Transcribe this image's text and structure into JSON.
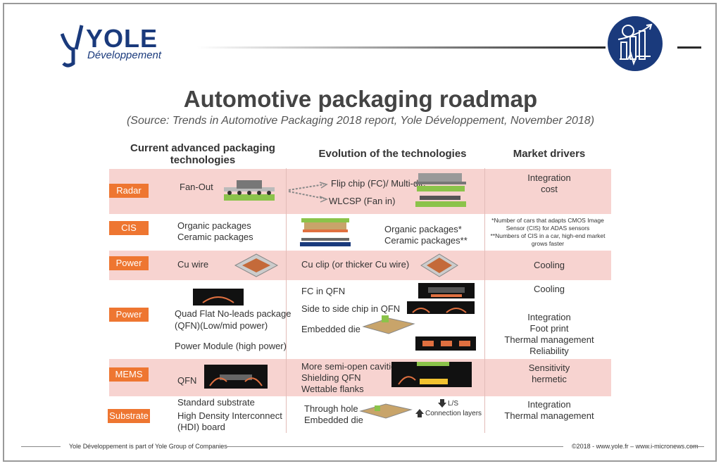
{
  "logo": {
    "brand": "YOLE",
    "sub": "Développement"
  },
  "title": "Automotive packaging roadmap",
  "subtitle": "(Source: Trends in Automotive Packaging 2018 report, Yole Développement, November 2018)",
  "headers": {
    "current": "Current advanced packaging technologies",
    "evolution": "Evolution of the technologies",
    "drivers": "Market drivers"
  },
  "rows": {
    "radar": {
      "tag": "Radar",
      "current": "Fan-Out",
      "evo1": "Flip chip (FC)/ Multi-die",
      "evo2": "WLCSP (Fan in)",
      "drivers": [
        "Integration",
        "cost"
      ]
    },
    "cis": {
      "tag": "CIS",
      "current": [
        "Organic packages",
        "Ceramic packages"
      ],
      "evo": [
        "Organic packages*",
        "Ceramic packages**"
      ],
      "note": [
        "*Number of cars that adapts CMOS Image",
        "Sensor (CIS) for ADAS sensors",
        "**Numbers of CIS in a car, high-end market",
        "grows faster"
      ]
    },
    "power1": {
      "tag": "Power",
      "current": "Cu wire",
      "evo": "Cu clip (or thicker Cu wire)",
      "drivers": "Cooling"
    },
    "power2": {
      "tag": "Power",
      "current": [
        "Quad Flat No-leads package",
        "(QFN)(Low/mid power)"
      ],
      "current2": "Power Module (high power)",
      "evo1": "FC in QFN",
      "evo2": "Side to side chip in QFN",
      "evo3": "Embedded die",
      "drivers_top": "Cooling",
      "drivers": [
        "Integration",
        "Foot print",
        "Thermal management",
        "Reliability"
      ]
    },
    "mems": {
      "tag": "MEMS",
      "current": "QFN",
      "evo": [
        "More semi-open cavities",
        "Shielding QFN",
        "Wettable flanks"
      ],
      "drivers": [
        "Sensitivity",
        "hermetic"
      ]
    },
    "substrate": {
      "tag": "Substrate",
      "current": [
        "Standard substrate",
        "High Density Interconnect",
        "(HDI) board"
      ],
      "evo": [
        "Through hole",
        "Embedded die"
      ],
      "ls": "L/S",
      "conn": "Connection layers",
      "drivers": [
        "Integration",
        "Thermal management"
      ]
    }
  },
  "footer": {
    "left": "Yole Développement is part of Yole Group of Companies",
    "right": "©2018 - www.yole.fr – www.i-micronews.com"
  },
  "colors": {
    "tag": "#ee7631",
    "row": "#f7d3d0",
    "brand": "#1a3a7c"
  }
}
